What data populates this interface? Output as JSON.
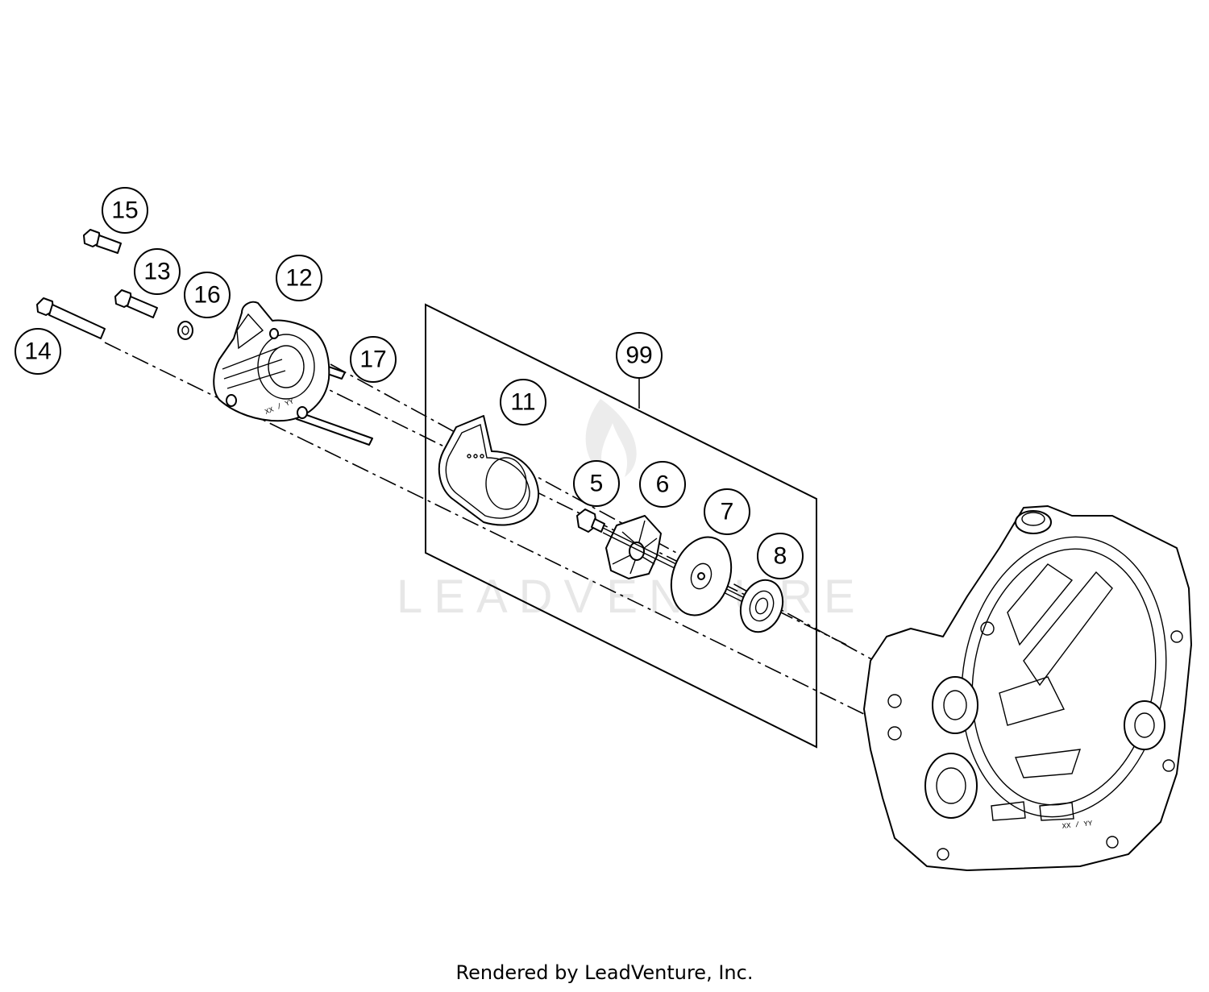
{
  "callouts": [
    {
      "id": "c15",
      "label": "15"
    },
    {
      "id": "c13",
      "label": "13"
    },
    {
      "id": "c16",
      "label": "16"
    },
    {
      "id": "c12",
      "label": "12"
    },
    {
      "id": "c14",
      "label": "14"
    },
    {
      "id": "c17",
      "label": "17"
    },
    {
      "id": "c99",
      "label": "99"
    },
    {
      "id": "c11",
      "label": "11"
    },
    {
      "id": "c5",
      "label": "5"
    },
    {
      "id": "c6",
      "label": "6"
    },
    {
      "id": "c7",
      "label": "7"
    },
    {
      "id": "c8",
      "label": "8"
    }
  ],
  "watermark": "LEADVENTURE",
  "cover_stamp": "XX / YY",
  "pump_cover_stamp": "XX / YY",
  "footer": "Rendered by LeadVenture, Inc."
}
